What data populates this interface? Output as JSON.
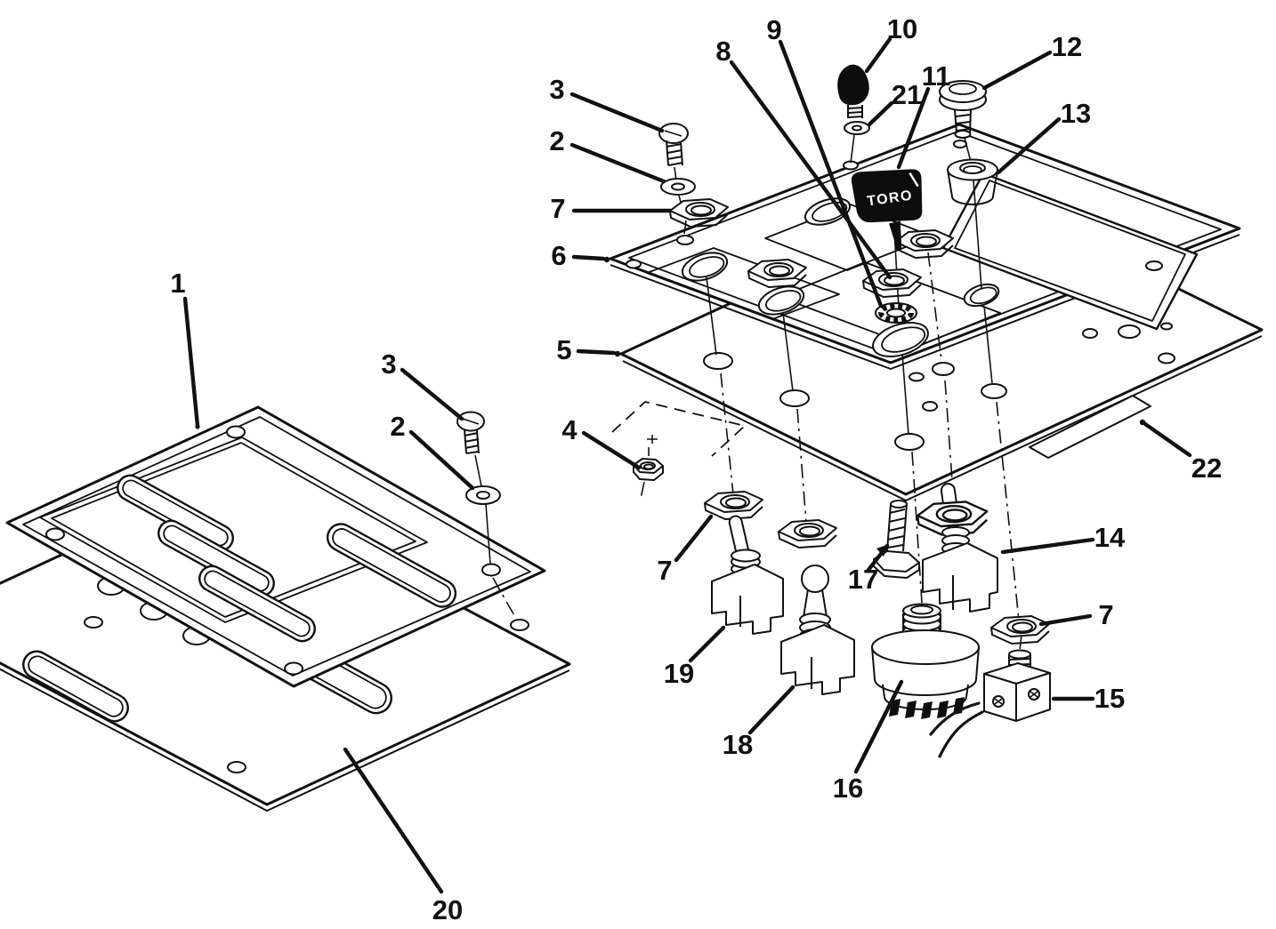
{
  "figure": {
    "title": "Control panel exploded parts diagram",
    "style": "black and white line art",
    "background_color": "#ffffff",
    "line_color": "#111111"
  },
  "key_text": "TORO",
  "callouts": [
    {
      "label": "1",
      "part": "cover panel"
    },
    {
      "label": "3",
      "part": "screw left"
    },
    {
      "label": "2",
      "part": "washer left"
    },
    {
      "label": "20",
      "part": "lower panel"
    },
    {
      "label": "3",
      "part": "screw right"
    },
    {
      "label": "2",
      "part": "washer right"
    },
    {
      "label": "7",
      "part": "hex nut top"
    },
    {
      "label": "6",
      "part": "control panel"
    },
    {
      "label": "5",
      "part": "mounting plate"
    },
    {
      "label": "4",
      "part": "square nut"
    },
    {
      "label": "8",
      "part": "ignition hex nut"
    },
    {
      "label": "9",
      "part": "ignition lock washer"
    },
    {
      "label": "10",
      "part": "knob"
    },
    {
      "label": "21",
      "part": "knob washer"
    },
    {
      "label": "11",
      "part": "ignition key"
    },
    {
      "label": "12",
      "part": "push button"
    },
    {
      "label": "13",
      "part": "grommet"
    },
    {
      "label": "22",
      "part": "decal"
    },
    {
      "label": "14",
      "part": "toggle switch right"
    },
    {
      "label": "7",
      "part": "hex nut right"
    },
    {
      "label": "15",
      "part": "micro switch"
    },
    {
      "label": "16",
      "part": "ignition switch"
    },
    {
      "label": "17",
      "part": "bolt"
    },
    {
      "label": "18",
      "part": "toggle switch middle"
    },
    {
      "label": "19",
      "part": "toggle switch left"
    },
    {
      "label": "7",
      "part": "hex nut middle"
    }
  ]
}
